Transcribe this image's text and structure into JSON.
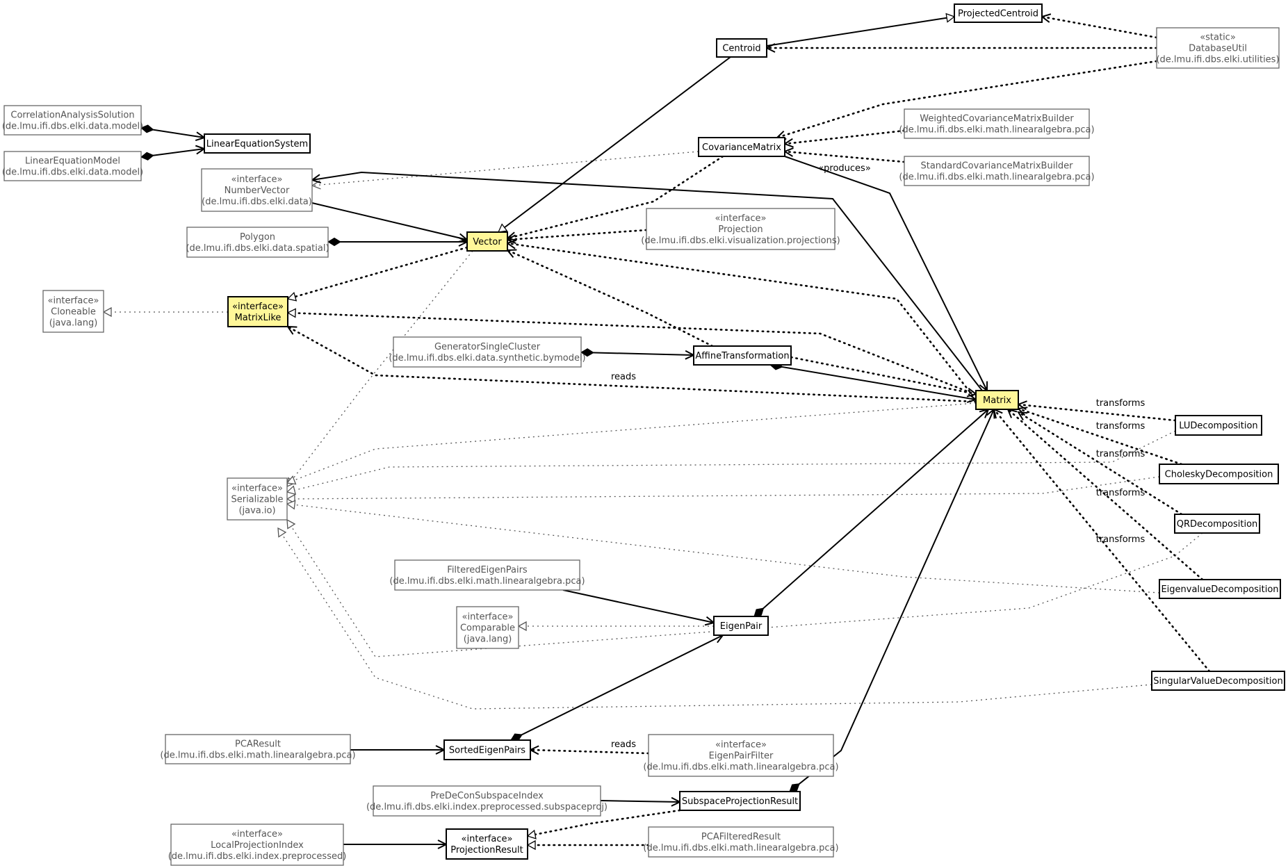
{
  "nodes": {
    "ProjectedCentroid": {
      "lines": [
        "ProjectedCentroid"
      ],
      "kind": "main"
    },
    "Centroid": {
      "lines": [
        "Centroid"
      ],
      "kind": "main"
    },
    "DatabaseUtil": {
      "lines": [
        "«static»",
        "DatabaseUtil",
        "(de.lmu.ifi.dbs.elki.utilities)"
      ],
      "kind": "ext"
    },
    "CorrelationAnalysisSolution": {
      "lines": [
        "CorrelationAnalysisSolution",
        "(de.lmu.ifi.dbs.elki.data.model)"
      ],
      "kind": "ext"
    },
    "LinearEquationModel": {
      "lines": [
        "LinearEquationModel",
        "(de.lmu.ifi.dbs.elki.data.model)"
      ],
      "kind": "ext"
    },
    "LinearEquationSystem": {
      "lines": [
        "LinearEquationSystem"
      ],
      "kind": "main"
    },
    "WeightedCovarianceMatrixBuilder": {
      "lines": [
        "WeightedCovarianceMatrixBuilder",
        "(de.lmu.ifi.dbs.elki.math.linearalgebra.pca)"
      ],
      "kind": "ext"
    },
    "CovarianceMatrix": {
      "lines": [
        "CovarianceMatrix"
      ],
      "kind": "main"
    },
    "StandardCovarianceMatrixBuilder": {
      "lines": [
        "StandardCovarianceMatrixBuilder",
        "(de.lmu.ifi.dbs.elki.math.linearalgebra.pca)"
      ],
      "kind": "ext"
    },
    "NumberVector": {
      "lines": [
        "«interface»",
        "NumberVector",
        "(de.lmu.ifi.dbs.elki.data)"
      ],
      "kind": "ext"
    },
    "Polygon": {
      "lines": [
        "Polygon",
        "(de.lmu.ifi.dbs.elki.data.spatial)"
      ],
      "kind": "ext"
    },
    "Vector": {
      "lines": [
        "Vector"
      ],
      "kind": "hl"
    },
    "Projection": {
      "lines": [
        "«interface»",
        "Projection",
        "(de.lmu.ifi.dbs.elki.visualization.projections)"
      ],
      "kind": "ext"
    },
    "Cloneable": {
      "lines": [
        "«interface»",
        "Cloneable",
        "(java.lang)"
      ],
      "kind": "ext"
    },
    "MatrixLike": {
      "lines": [
        "«interface»",
        "MatrixLike"
      ],
      "kind": "hl"
    },
    "GeneratorSingleCluster": {
      "lines": [
        "GeneratorSingleCluster",
        "(de.lmu.ifi.dbs.elki.data.synthetic.bymodel)"
      ],
      "kind": "ext"
    },
    "AffineTransformation": {
      "lines": [
        "AffineTransformation"
      ],
      "kind": "main"
    },
    "Matrix": {
      "lines": [
        "Matrix"
      ],
      "kind": "hl"
    },
    "LUDecomposition": {
      "lines": [
        "LUDecomposition"
      ],
      "kind": "main"
    },
    "CholeskyDecomposition": {
      "lines": [
        "CholeskyDecomposition"
      ],
      "kind": "main"
    },
    "QRDecomposition": {
      "lines": [
        "QRDecomposition"
      ],
      "kind": "main"
    },
    "EigenvalueDecomposition": {
      "lines": [
        "EigenvalueDecomposition"
      ],
      "kind": "main"
    },
    "SingularValueDecomposition": {
      "lines": [
        "SingularValueDecomposition"
      ],
      "kind": "main"
    },
    "Serializable": {
      "lines": [
        "«interface»",
        "Serializable",
        "(java.io)"
      ],
      "kind": "ext"
    },
    "FilteredEigenPairs": {
      "lines": [
        "FilteredEigenPairs",
        "(de.lmu.ifi.dbs.elki.math.linearalgebra.pca)"
      ],
      "kind": "ext"
    },
    "Comparable": {
      "lines": [
        "«interface»",
        "Comparable",
        "(java.lang)"
      ],
      "kind": "ext"
    },
    "EigenPair": {
      "lines": [
        "EigenPair"
      ],
      "kind": "main"
    },
    "PCAResult": {
      "lines": [
        "PCAResult",
        "(de.lmu.ifi.dbs.elki.math.linearalgebra.pca)"
      ],
      "kind": "ext"
    },
    "SortedEigenPairs": {
      "lines": [
        "SortedEigenPairs"
      ],
      "kind": "main"
    },
    "EigenPairFilter": {
      "lines": [
        "«interface»",
        "EigenPairFilter",
        "(de.lmu.ifi.dbs.elki.math.linearalgebra.pca)"
      ],
      "kind": "ext"
    },
    "PreDeConSubspaceIndex": {
      "lines": [
        "PreDeConSubspaceIndex",
        "(de.lmu.ifi.dbs.elki.index.preprocessed.subspaceproj)"
      ],
      "kind": "ext"
    },
    "SubspaceProjectionResult": {
      "lines": [
        "SubspaceProjectionResult"
      ],
      "kind": "main"
    },
    "LocalProjectionIndex": {
      "lines": [
        "«interface»",
        "LocalProjectionIndex",
        "(de.lmu.ifi.dbs.elki.index.preprocessed)"
      ],
      "kind": "ext"
    },
    "ProjectionResult": {
      "lines": [
        "«interface»",
        "ProjectionResult"
      ],
      "kind": "main"
    },
    "PCAFilteredResult": {
      "lines": [
        "PCAFilteredResult",
        "(de.lmu.ifi.dbs.elki.math.linearalgebra.pca)"
      ],
      "kind": "ext"
    }
  },
  "edges": [
    {
      "id": "e1",
      "from": "Centroid",
      "to": "ProjectedCentroid",
      "style": "solid",
      "head": "triangle",
      "tail": "none",
      "label": ""
    },
    {
      "id": "e2",
      "from": "DatabaseUtil",
      "to": "ProjectedCentroid",
      "style": "dotted",
      "head": "open",
      "tail": "none",
      "label": ""
    },
    {
      "id": "e3",
      "from": "DatabaseUtil",
      "to": "Centroid",
      "style": "dotted",
      "head": "open",
      "tail": "none",
      "label": ""
    },
    {
      "id": "e4",
      "from": "DatabaseUtil",
      "to": "CovarianceMatrix",
      "style": "dotted",
      "head": "open",
      "tail": "none",
      "label": ""
    },
    {
      "id": "e5",
      "from": "CorrelationAnalysisSolution",
      "to": "LinearEquationSystem",
      "style": "solid",
      "head": "open",
      "tail": "diamond",
      "label": ""
    },
    {
      "id": "e6",
      "from": "LinearEquationModel",
      "to": "LinearEquationSystem",
      "style": "solid",
      "head": "open",
      "tail": "diamond",
      "label": ""
    },
    {
      "id": "e7",
      "from": "WeightedCovarianceMatrixBuilder",
      "to": "CovarianceMatrix",
      "style": "dotted",
      "head": "open",
      "tail": "none",
      "label": ""
    },
    {
      "id": "e8",
      "from": "StandardCovarianceMatrixBuilder",
      "to": "CovarianceMatrix",
      "style": "dotted",
      "head": "open",
      "tail": "none",
      "label": ""
    },
    {
      "id": "e9",
      "from": "CovarianceMatrix",
      "to": "NumberVector",
      "style": "faint",
      "head": "open",
      "tail": "none",
      "label": ""
    },
    {
      "id": "e10",
      "from": "CovarianceMatrix",
      "to": "Matrix",
      "style": "solid",
      "head": "open",
      "tail": "none",
      "label": "«produces»"
    },
    {
      "id": "e11",
      "from": "CovarianceMatrix",
      "to": "Vector",
      "style": "dotted",
      "head": "open",
      "tail": "none",
      "label": ""
    },
    {
      "id": "e12",
      "from": "Centroid",
      "to": "Vector",
      "style": "solid",
      "head": "triangle",
      "tail": "none",
      "label": ""
    },
    {
      "id": "e13",
      "from": "NumberVector",
      "to": "Vector",
      "style": "solid",
      "head": "open",
      "tail": "none",
      "label": ""
    },
    {
      "id": "e14",
      "from": "Matrix",
      "to": "NumberVector",
      "style": "solid",
      "head": "open",
      "tail": "none",
      "label": ""
    },
    {
      "id": "e15",
      "from": "Polygon",
      "to": "Vector",
      "style": "solid",
      "head": "open",
      "tail": "diamond",
      "label": ""
    },
    {
      "id": "e16",
      "from": "Projection",
      "to": "Vector",
      "style": "dotted",
      "head": "open",
      "tail": "none",
      "label": ""
    },
    {
      "id": "e17",
      "from": "Vector",
      "to": "MatrixLike",
      "style": "dotted",
      "head": "triangle",
      "tail": "none",
      "label": ""
    },
    {
      "id": "e18",
      "from": "MatrixLike",
      "to": "Cloneable",
      "style": "faint",
      "head": "triangle",
      "tail": "none",
      "label": ""
    },
    {
      "id": "e19",
      "from": "Matrix",
      "to": "MatrixLike",
      "style": "dotted",
      "head": "triangle",
      "tail": "none",
      "label": ""
    },
    {
      "id": "e20",
      "from": "Matrix",
      "to": "MatrixLike",
      "style": "dotted",
      "head": "open",
      "tail": "none",
      "label": "reads"
    },
    {
      "id": "e21",
      "from": "Matrix",
      "to": "Vector",
      "style": "dotted",
      "head": "open",
      "tail": "none",
      "label": ""
    },
    {
      "id": "e22",
      "from": "AffineTransformation",
      "to": "Vector",
      "style": "dotted",
      "head": "open",
      "tail": "none",
      "label": ""
    },
    {
      "id": "e23",
      "from": "GeneratorSingleCluster",
      "to": "AffineTransformation",
      "style": "solid",
      "head": "open",
      "tail": "diamond",
      "label": ""
    },
    {
      "id": "e24",
      "from": "AffineTransformation",
      "to": "Matrix",
      "style": "solid",
      "head": "open",
      "tail": "diamond",
      "label": ""
    },
    {
      "id": "e25",
      "from": "AffineTransformation",
      "to": "Matrix",
      "style": "dotted",
      "head": "open",
      "tail": "none",
      "label": ""
    },
    {
      "id": "e26",
      "from": "Vector",
      "to": "Serializable",
      "style": "faint",
      "head": "triangle",
      "tail": "none",
      "label": ""
    },
    {
      "id": "e27",
      "from": "Matrix",
      "to": "Serializable",
      "style": "faint",
      "head": "triangle",
      "tail": "none",
      "label": ""
    },
    {
      "id": "e28",
      "from": "LUDecomposition",
      "to": "Matrix",
      "style": "dotted",
      "head": "open",
      "tail": "none",
      "label": "transforms"
    },
    {
      "id": "e29",
      "from": "CholeskyDecomposition",
      "to": "Matrix",
      "style": "dotted",
      "head": "open",
      "tail": "none",
      "label": "transforms"
    },
    {
      "id": "e30",
      "from": "QRDecomposition",
      "to": "Matrix",
      "style": "dotted",
      "head": "open",
      "tail": "none",
      "label": "transforms"
    },
    {
      "id": "e31",
      "from": "EigenvalueDecomposition",
      "to": "Matrix",
      "style": "dotted",
      "head": "open",
      "tail": "none",
      "label": "transforms"
    },
    {
      "id": "e32",
      "from": "SingularValueDecomposition",
      "to": "Matrix",
      "style": "dotted",
      "head": "open",
      "tail": "none",
      "label": "transforms"
    },
    {
      "id": "e33",
      "from": "LUDecomposition",
      "to": "Serializable",
      "style": "faint",
      "head": "triangle",
      "tail": "none",
      "label": ""
    },
    {
      "id": "e34",
      "from": "CholeskyDecomposition",
      "to": "Serializable",
      "style": "faint",
      "head": "triangle",
      "tail": "none",
      "label": ""
    },
    {
      "id": "e35",
      "from": "EigenvalueDecomposition",
      "to": "Serializable",
      "style": "faint",
      "head": "triangle",
      "tail": "none",
      "label": ""
    },
    {
      "id": "e36",
      "from": "QRDecomposition",
      "to": "Serializable",
      "style": "faint",
      "head": "triangle",
      "tail": "none",
      "label": ""
    },
    {
      "id": "e37",
      "from": "SingularValueDecomposition",
      "to": "Serializable",
      "style": "faint",
      "head": "triangle",
      "tail": "none",
      "label": ""
    },
    {
      "id": "e38",
      "from": "EigenPair",
      "to": "Matrix",
      "style": "solid",
      "head": "open",
      "tail": "diamond",
      "label": ""
    },
    {
      "id": "e39",
      "from": "FilteredEigenPairs",
      "to": "EigenPair",
      "style": "solid",
      "head": "open",
      "tail": "none",
      "label": ""
    },
    {
      "id": "e40",
      "from": "EigenPair",
      "to": "Comparable",
      "style": "faint",
      "head": "triangle",
      "tail": "none",
      "label": ""
    },
    {
      "id": "e41",
      "from": "SortedEigenPairs",
      "to": "EigenPair",
      "style": "solid",
      "head": "open",
      "tail": "diamond",
      "label": ""
    },
    {
      "id": "e42",
      "from": "PCAResult",
      "to": "SortedEigenPairs",
      "style": "solid",
      "head": "open",
      "tail": "none",
      "label": ""
    },
    {
      "id": "e43",
      "from": "EigenPairFilter",
      "to": "SortedEigenPairs",
      "style": "dotted",
      "head": "open",
      "tail": "none",
      "label": "reads"
    },
    {
      "id": "e44",
      "from": "SubspaceProjectionResult",
      "to": "Matrix",
      "style": "solid",
      "head": "open",
      "tail": "diamond",
      "label": ""
    },
    {
      "id": "e45",
      "from": "PreDeConSubspaceIndex",
      "to": "SubspaceProjectionResult",
      "style": "solid",
      "head": "open",
      "tail": "none",
      "label": ""
    },
    {
      "id": "e46",
      "from": "SubspaceProjectionResult",
      "to": "ProjectionResult",
      "style": "dotted",
      "head": "triangle",
      "tail": "none",
      "label": ""
    },
    {
      "id": "e47",
      "from": "PCAFilteredResult",
      "to": "ProjectionResult",
      "style": "dotted",
      "head": "triangle",
      "tail": "none",
      "label": ""
    },
    {
      "id": "e48",
      "from": "LocalProjectionIndex",
      "to": "ProjectionResult",
      "style": "solid",
      "head": "open",
      "tail": "none",
      "label": ""
    }
  ]
}
